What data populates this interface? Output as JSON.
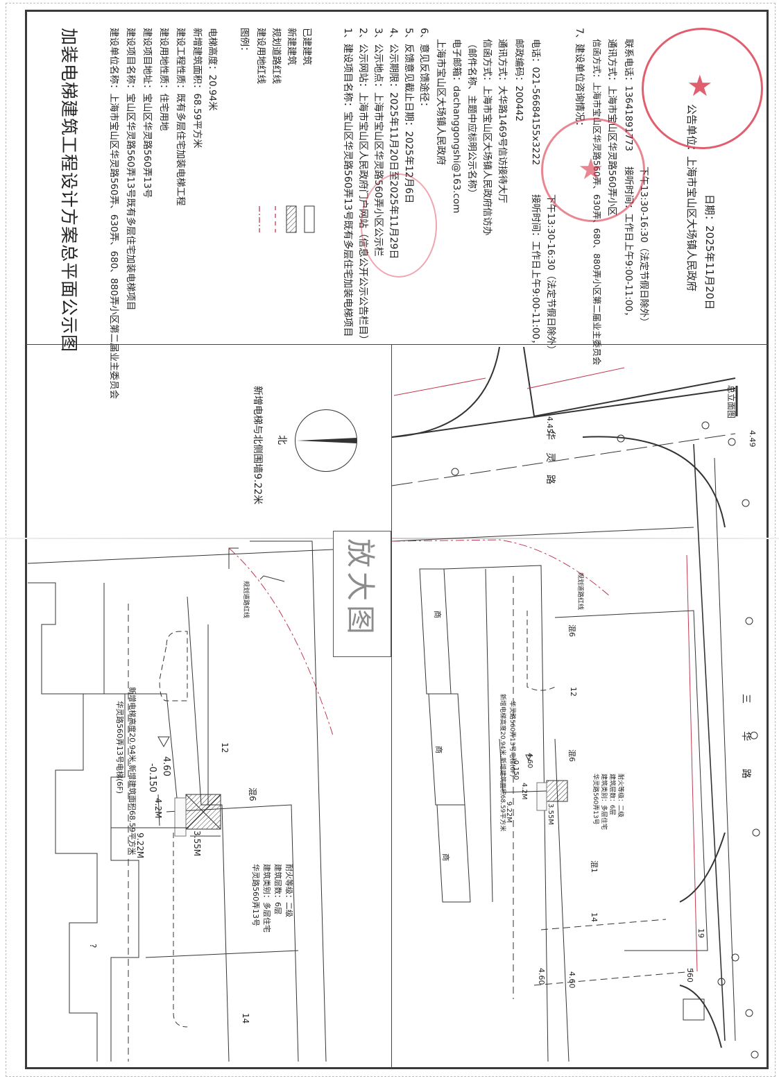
{
  "header": {
    "title": "加装电梯建筑工程设计方案总平面公示图"
  },
  "project_info": [
    "建设单位名称：上海市宝山区华灵路560弄、630弄、680、880弄小区第二届业主委员会",
    "建设项目名称：宝山区华灵路560弄13号既有多层住宅加装电梯项目",
    "建设项目地址：宝山区华灵路560弄13号",
    "建设用地性质：住宅用地",
    "建设工程性质：既有多层住宅加装电梯工程",
    "新增建筑面积：68.59平方米",
    "电梯高度：20.94米"
  ],
  "legend": {
    "heading": "图例：",
    "items": [
      {
        "label": "建设用地红线",
        "style": "red-dash-dot"
      },
      {
        "label": "规划道路红线",
        "style": "red-dash"
      },
      {
        "label": "新建建筑",
        "style": "hatched"
      },
      {
        "label": "已建建筑",
        "style": "outline"
      }
    ]
  },
  "notice_items": [
    "1、建设项目名称：宝山区华灵路560弄13号既有多层住宅加装电梯项目",
    "2、公示网站：上海市宝山区人民政府门户网站（信息公开公示公告栏目）",
    "3、公示地点：上海市宝山区华灵路560弄小区公示栏",
    "4、公示期限：2025年11月20日至2025年11月29日",
    "5、反馈意见截止日期：2025年12月6日",
    "6、意见反馈途径："
  ],
  "feedback": {
    "org": "上海市宝山区大场镇人民政府",
    "email": "电子邮箱：dachanggongshi@163.com",
    "email_note": "（邮件名称、主题中应标明公示名称）",
    "letter": "信函方式：上海市宝山区大场镇人民政府信访办",
    "visit": "通讯方式：大华路1469号信访接待大厅",
    "postcode": "邮政编码：200442",
    "phone": "电话：021-56684155x3222",
    "hours_label": "接听时间：工作日上午9:00-11:00，",
    "hours_pm": "下午13:30-16:30（法定节假日除外）"
  },
  "consult": {
    "heading": "7、建设单位咨询情况：",
    "letter": "信函方式：上海市宝山区华灵路560弄、630弄、680、880弄小区第二届业主委员会",
    "visit": "通讯方式：上海市宝山区华灵路560弄小区",
    "phone": "联系电话：13641891773",
    "hours_label": "接听时间：工作日上午9:00-11:00，",
    "hours_pm": "下午13:30-16:30（法定节假日除外）"
  },
  "announcer": {
    "label": "公告单位：上海市宝山区大场镇人民政府",
    "date": "日期：2025年11月20日"
  },
  "stamps": {
    "committee": "上海市宝山区华灵路560、630、680、880弄小区第二届业主委员会",
    "government": "上海市宝山区大场镇人民政府"
  },
  "compass": {
    "north_label": "北",
    "distance_note": "新增电梯与北侧围墙9.22米"
  },
  "zoom_label": "放大图",
  "plan_labels": {
    "road_main": "华灵路",
    "road_side": "三华路",
    "elevation_445": "4.45",
    "elevation_449": "4.49",
    "elevation_460": "4.60",
    "elevation_460b": "4.60",
    "lane_560": "560",
    "elevation_ref": "-0.150",
    "elevation_top": "4.60",
    "dim_922": "9.22M",
    "dim_42": "4.2M",
    "dim_355": "3.55M",
    "bldg_12": "12",
    "bldg_14": "14",
    "bldg_19": "19",
    "bldg_mix6": "混6",
    "bldg_mix1": "混1",
    "shop": "商",
    "road_red_line": "规划道路红线",
    "elevator_label": "华灵路560弄13号电梯(6F)",
    "elevator_note": "新增电梯高度20.94米,新增建筑面积68.59平方米",
    "building_info": [
      "华灵路560弄13号",
      "建筑类别：多层住宅",
      "建筑层数：6层",
      "耐火等级：二级"
    ],
    "elevation_view": "总立面图",
    "question": "?"
  },
  "colors": {
    "red_line": "#c0394f",
    "stamp_red": "#d6283c",
    "frame": "#3a3a3a"
  }
}
